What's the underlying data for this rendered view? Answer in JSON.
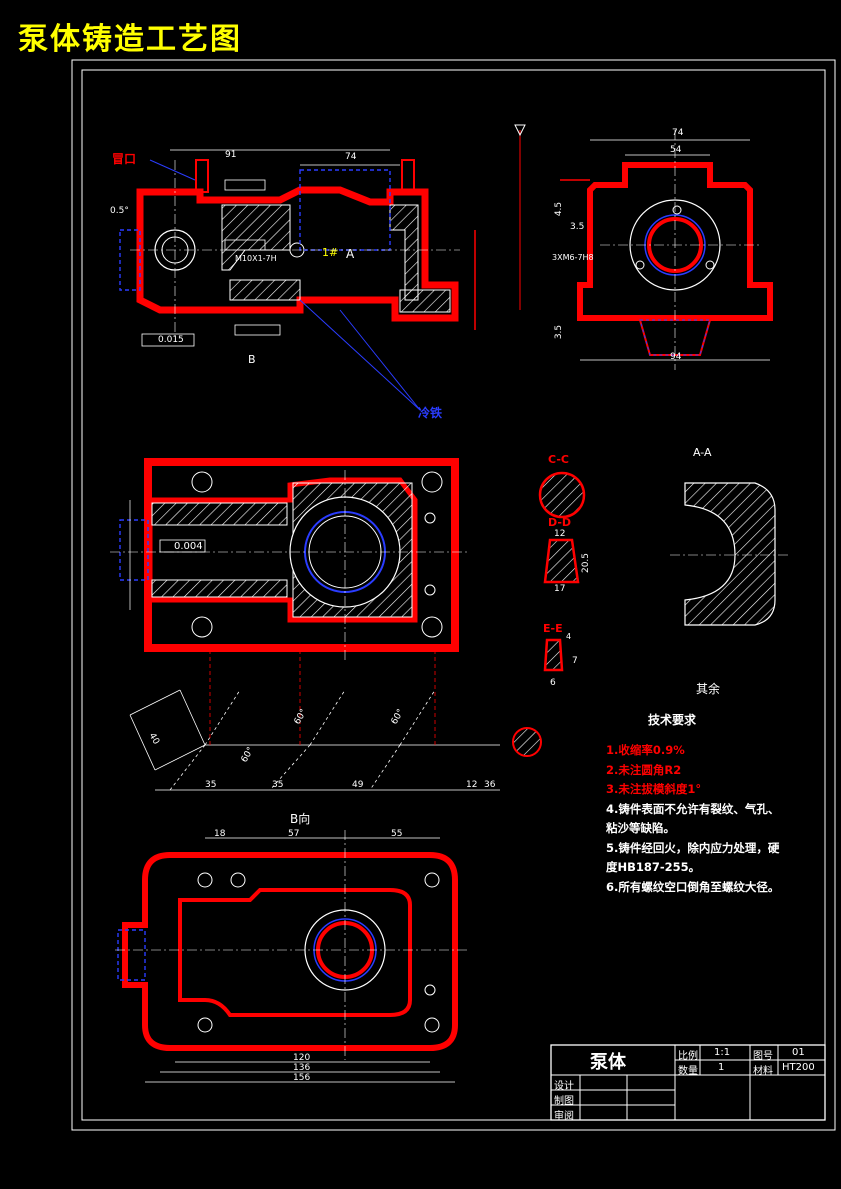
{
  "title": "泵体铸造工艺图",
  "annotations": {
    "sprue": "冒口",
    "chill": "冷铁",
    "view_b": "B",
    "b_direction": "B向",
    "section_aa": "A-A",
    "section_cc": "C-C",
    "section_dd": "D-D",
    "section_ee": "E-E",
    "marker_1": "1#",
    "marker_a": "A",
    "remaining_roughness": "其余"
  },
  "dimensions": {
    "top_91": "91",
    "top_74": "74",
    "side_74": "74",
    "side_54": "54",
    "side_94": "94",
    "draft_05": "0.5°",
    "thread_m10": "M10X1-7H",
    "thread_3xm6": "3XM6-7H8",
    "bottom_35a": "35",
    "bottom_35b": "35",
    "bottom_49": "49",
    "bottom_12": "12",
    "bottom_36": "36",
    "bottom_40": "40",
    "bottom_120": "120",
    "bottom_136": "136",
    "bottom_156": "156",
    "b_18": "18",
    "b_57": "57",
    "b_55": "55",
    "dd_12": "12",
    "dd_17": "17",
    "dd_205": "20.5",
    "ee_6": "6",
    "ee_7": "7",
    "ee_4": "4",
    "tol_0015": "0.015",
    "tol_0004": "0.004",
    "angle_60a": "60°",
    "angle_60b": "60°",
    "angle_60c": "60°",
    "dim_35_left": "3.5",
    "dim_45": "4.5",
    "dim_35_side": "3.5"
  },
  "requirements": {
    "heading": "技术要求",
    "items": [
      "1.收缩率0.9%",
      "2.未注圆角R2",
      "3.未注拔模斜度1°",
      "4.铸件表面不允许有裂纹、气孔、",
      "粘沙等缺陷。",
      "5.铸件经回火，除内应力处理，硬",
      "度HB187-255。",
      "6.所有螺纹空口倒角至螺纹大径。"
    ],
    "red_count": 3
  },
  "title_block": {
    "part_name": "泵体",
    "scale_label": "比例",
    "scale_value": "1:1",
    "drawing_no_label": "图号",
    "drawing_no_value": "01",
    "quantity_label": "数量",
    "quantity_value": "1",
    "material_label": "材料",
    "material_value": "HT200",
    "design_label": "设计",
    "drafting_label": "制图",
    "review_label": "审阅"
  },
  "colors": {
    "title": "#ffff00",
    "outline": "#ff0000",
    "line": "#ffffff",
    "dim": "#ff0000",
    "blue": "#2a3cff",
    "hatch": "#ffffff"
  }
}
